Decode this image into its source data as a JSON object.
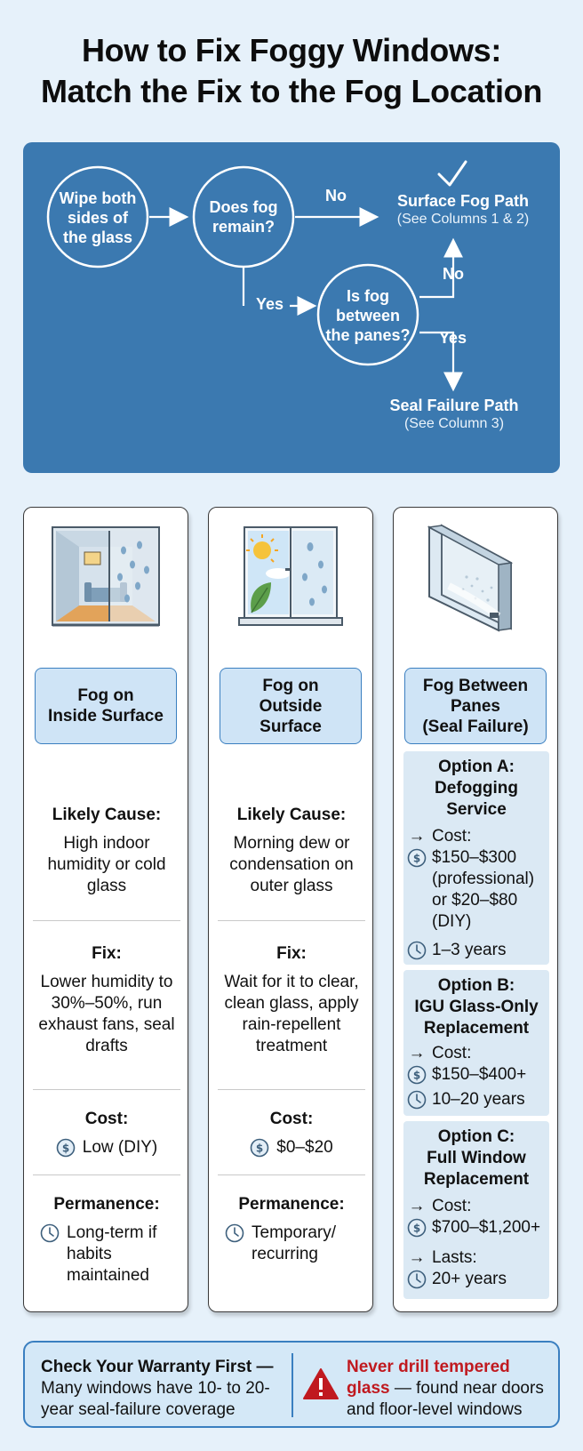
{
  "title": {
    "line1": "How to Fix Foggy Windows:",
    "line2": "Match the Fix to the Fog Location"
  },
  "flowchart": {
    "node_wipe": [
      "Wipe both",
      "sides of",
      "the glass"
    ],
    "node_remain": [
      "Does fog",
      "remain?"
    ],
    "node_between": [
      "Is fog",
      "between",
      "the panes?"
    ],
    "label_no_1": "No",
    "label_yes_1": "Yes",
    "label_no_2": "No",
    "label_yes_2": "Yes",
    "surface_path_title": "Surface Fog Path",
    "surface_path_sub": "(See Columns 1 & 2)",
    "seal_path_title": "Seal Failure Path",
    "seal_path_sub": "(See Column 3)",
    "check_icon": "checkmark-icon"
  },
  "columns": [
    {
      "illustration": "room-window-inside-fog-illustration",
      "header": [
        "Fog on",
        "Inside Surface"
      ],
      "cause_label": "Likely Cause:",
      "cause_text": "High indoor humidity or cold glass",
      "fix_label": "Fix:",
      "fix_text": "Lower humidity to 30%–50%, run exhaust fans, seal drafts",
      "cost_label": "Cost:",
      "cost_text": "Low (DIY)",
      "perm_label": "Permanence:",
      "perm_text": "Long-term if habits maintained"
    },
    {
      "illustration": "outside-window-sun-leaf-illustration",
      "header": [
        "Fog on",
        "Outside",
        "Surface"
      ],
      "cause_label": "Likely Cause:",
      "cause_text": "Morning dew or condensation on outer glass",
      "fix_label": "Fix:",
      "fix_text": "Wait for it to clear, clean glass, apply rain-repellent treatment",
      "cost_label": "Cost:",
      "cost_text": "$0–$20",
      "perm_label": "Permanence:",
      "perm_text": "Temporary/ recurring"
    },
    {
      "illustration": "double-pane-glass-unit-illustration",
      "header": [
        "Fog Between",
        "Panes",
        "(Seal Failure)"
      ],
      "options": [
        {
          "title": [
            "Option A:",
            "Defogging",
            "Service"
          ],
          "cost_label": "Cost:",
          "cost_text": "$150–$300 (professional) or $20–$80 (DIY)",
          "life_text": "1–3 years"
        },
        {
          "title": [
            "Option B:",
            "IGU Glass-Only",
            "Replacement"
          ],
          "cost_label": "Cost:",
          "cost_text": "$150–$400+",
          "life_text": "10–20 years"
        },
        {
          "title": [
            "Option C:",
            "Full Window",
            "Replacement"
          ],
          "cost_label": "Cost:",
          "cost_text": "$700–$1,200+",
          "lasts_label": "Lasts:",
          "life_text": "20+ years"
        }
      ]
    }
  ],
  "footer": {
    "left_bold": "Check Your Warranty First —",
    "left_text": "Many windows have 10- to 20-year seal-failure coverage",
    "right_red": "Never drill tempered glass",
    "right_text": "— found near doors and floor-level windows",
    "warn_icon": "warning-triangle-icon"
  },
  "colors": {
    "flow_bg": "#3b79b0",
    "header_bg": "#cfe4f6",
    "accent_blue": "#3a7fc0",
    "warning_red": "#c0191f",
    "page_bg": "#e6f1fa"
  }
}
